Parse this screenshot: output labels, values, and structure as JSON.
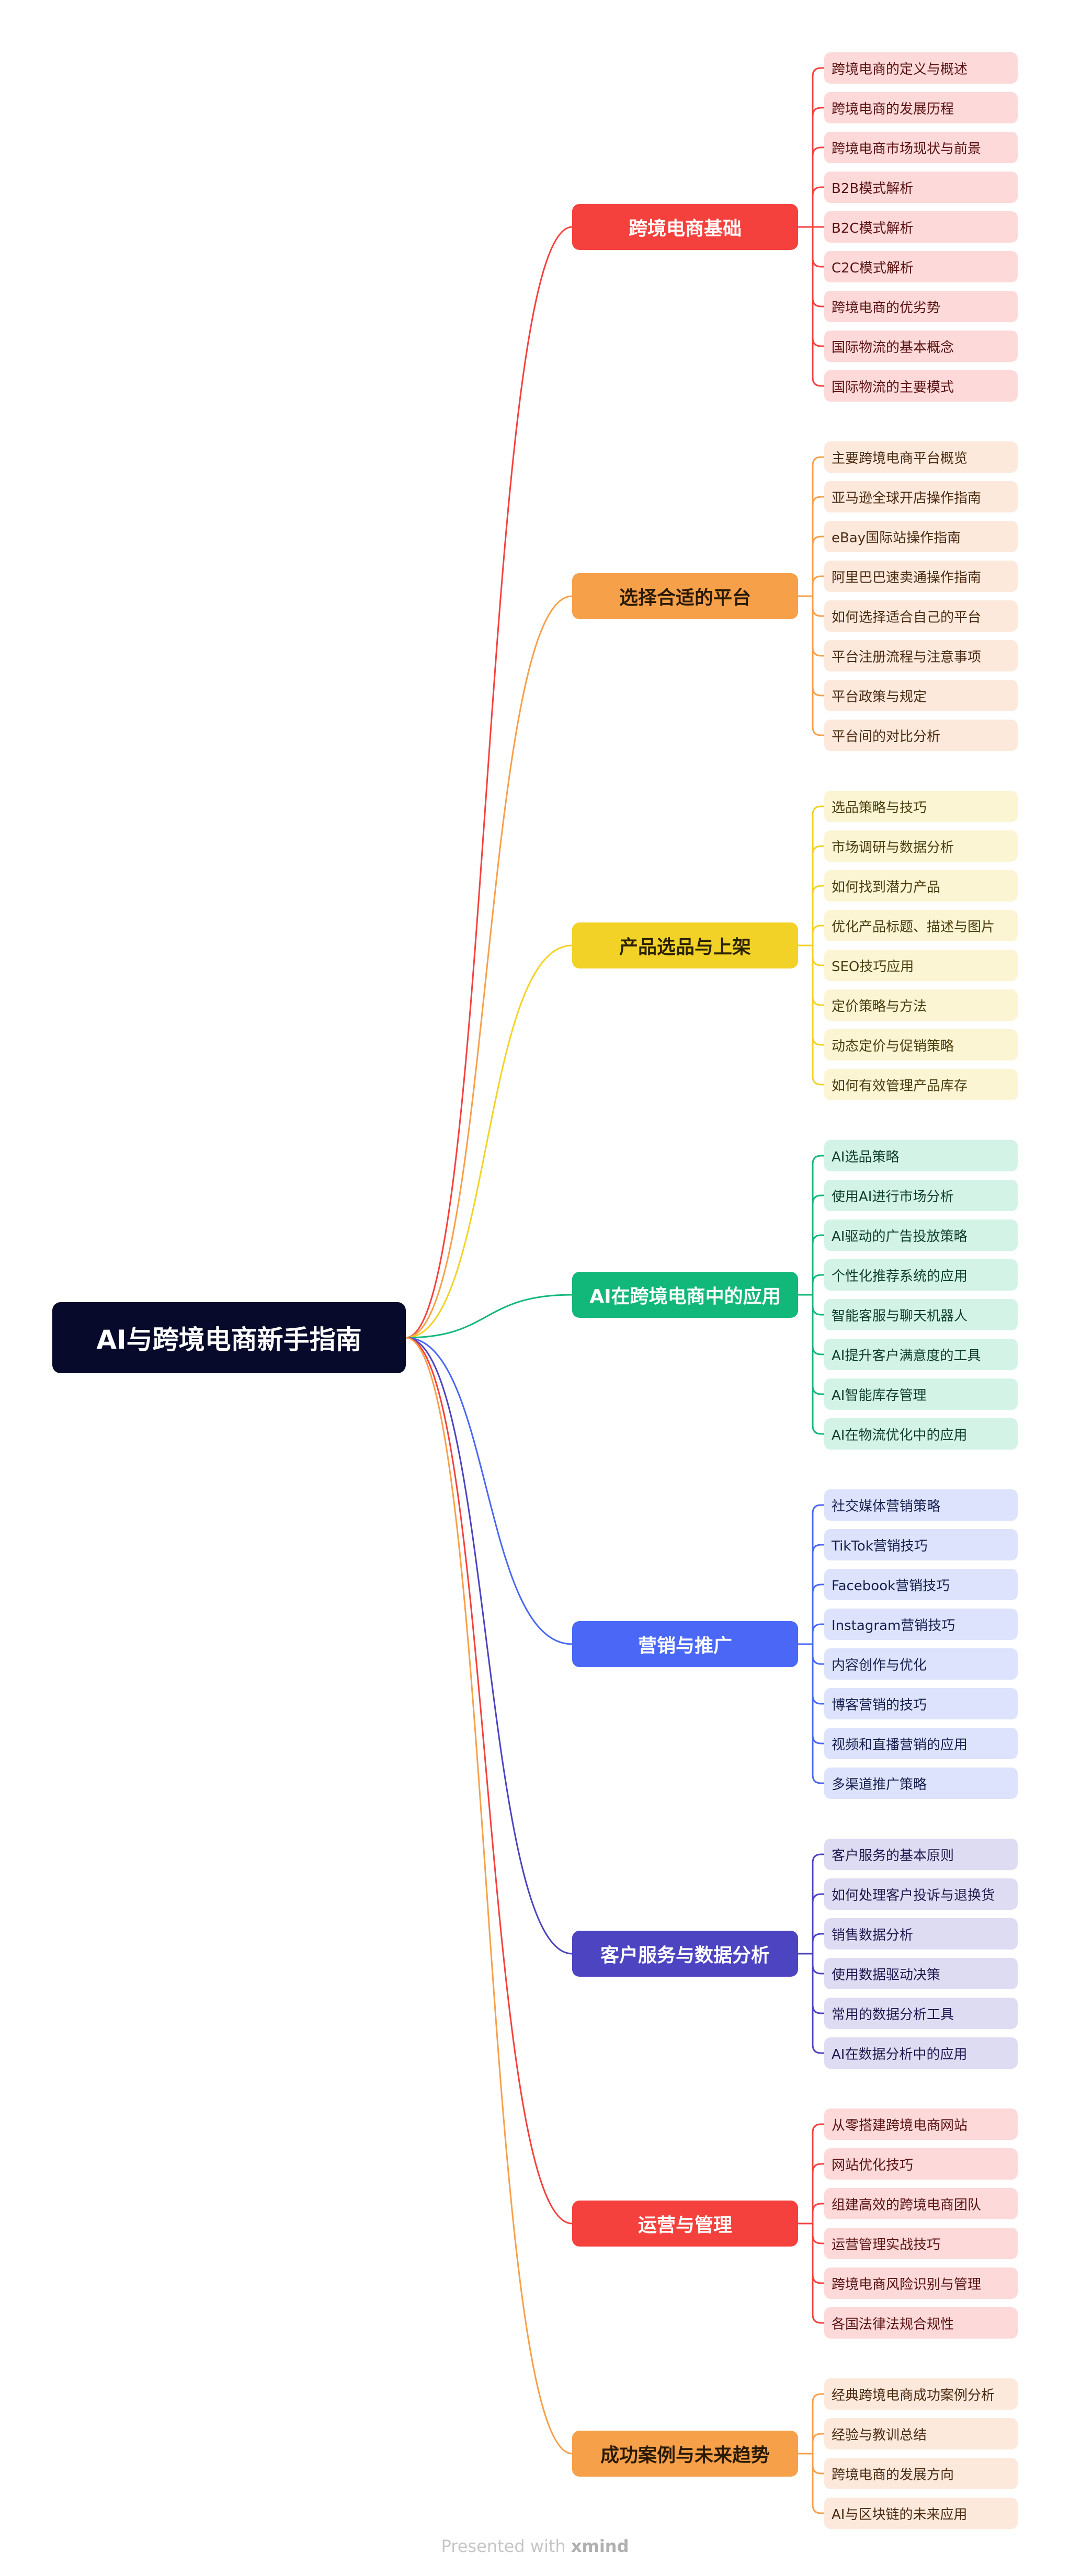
{
  "root": {
    "label": "AI与跨境电商新手指南"
  },
  "footer": {
    "prefix": "Presented with",
    "brand": "xmind"
  },
  "branches": [
    {
      "label": "跨境电商基础",
      "color": "#f5413d",
      "text_color": "#ffffff",
      "leaf_bg": "#fdd9d9",
      "leaf_text": "#5a1212",
      "leaves": [
        "跨境电商的定义与概述",
        "跨境电商的发展历程",
        "跨境电商市场现状与前景",
        "B2B模式解析",
        "B2C模式解析",
        "C2C模式解析",
        "跨境电商的优劣势",
        "国际物流的基本概念",
        "国际物流的主要模式"
      ]
    },
    {
      "label": "选择合适的平台",
      "color": "#f7a04a",
      "text_color": "#2a1a05",
      "leaf_bg": "#fde9dc",
      "leaf_text": "#4a2a10",
      "leaves": [
        "主要跨境电商平台概览",
        "亚马逊全球开店操作指南",
        "eBay国际站操作指南",
        "阿里巴巴速卖通操作指南",
        "如何选择适合自己的平台",
        "平台注册流程与注意事项",
        "平台政策与规定",
        "平台间的对比分析"
      ]
    },
    {
      "label": "产品选品与上架",
      "color": "#f3d227",
      "text_color": "#2a2205",
      "leaf_bg": "#fcf5d4",
      "leaf_text": "#4a3d0d",
      "leaves": [
        "选品策略与技巧",
        "市场调研与数据分析",
        "如何找到潜力产品",
        "优化产品标题、描述与图片",
        "SEO技巧应用",
        "定价策略与方法",
        "动态定价与促销策略",
        "如何有效管理产品库存"
      ]
    },
    {
      "label": "AI在跨境电商中的应用",
      "color": "#12b87a",
      "text_color": "#ffffff",
      "leaf_bg": "#d3f3e6",
      "leaf_text": "#0d3f2b",
      "leaves": [
        "AI选品策略",
        "使用AI进行市场分析",
        "AI驱动的广告投放策略",
        "个性化推荐系统的应用",
        "智能客服与聊天机器人",
        "AI提升客户满意度的工具",
        "AI智能库存管理",
        "AI在物流优化中的应用"
      ]
    },
    {
      "label": "营销与推广",
      "color": "#4a68f5",
      "text_color": "#ffffff",
      "leaf_bg": "#dde3fd",
      "leaf_text": "#16204f",
      "leaves": [
        "社交媒体营销策略",
        "TikTok营销技巧",
        " Facebook营销技巧",
        "Instagram营销技巧",
        "内容创作与优化",
        "博客营销的技巧",
        "视频和直播营销的应用",
        "多渠道推广策略"
      ]
    },
    {
      "label": "客户服务与数据分析",
      "color": "#4d44c2",
      "text_color": "#ffffff",
      "leaf_bg": "#dedcf3",
      "leaf_text": "#1f1a4f",
      "leaves": [
        "客户服务的基本原则",
        "如何处理客户投诉与退换货",
        "销售数据分析",
        "使用数据驱动决策",
        "常用的数据分析工具",
        "AI在数据分析中的应用"
      ]
    },
    {
      "label": "运营与管理",
      "color": "#f5413d",
      "text_color": "#ffffff",
      "leaf_bg": "#fdd9d9",
      "leaf_text": "#5a1212",
      "leaves": [
        "从零搭建跨境电商网站",
        "网站优化技巧",
        "组建高效的跨境电商团队",
        "运营管理实战技巧",
        "跨境电商风险识别与管理",
        "各国法律法规合规性"
      ]
    },
    {
      "label": "成功案例与未来趋势",
      "color": "#f7a04a",
      "text_color": "#2a1a05",
      "leaf_bg": "#fde9dc",
      "leaf_text": "#4a2a10",
      "leaves": [
        " 经典跨境电商成功案例分析",
        "经验与教训总结",
        "跨境电商的发展方向",
        "AI与区块链的未来应用"
      ]
    }
  ]
}
